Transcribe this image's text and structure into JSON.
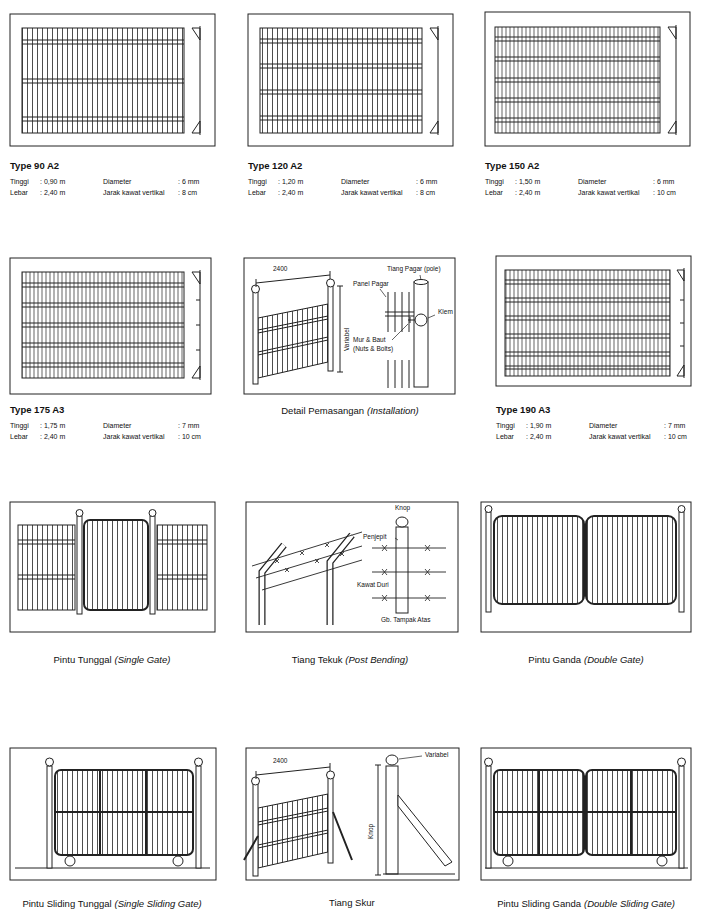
{
  "diagram": {
    "labels": [
      "Type 90 A2",
      "Tinggi",
      ": 0,90 m",
      "Diameter",
      ": 6 mm",
      "Lebar",
      ": 2,40 m",
      "Jarak kawat vertikal",
      ": 8 cm",
      "Type 120 A2",
      "Tinggi",
      ": 1,20 m",
      "Diameter",
      ": 6 mm",
      "Lebar",
      ": 2,40 m",
      "Jarak kawat vertikal",
      ": 8 cm",
      "Type 150 A2",
      "Tinggi",
      ": 1,50 m",
      "Diameter",
      ": 6 mm",
      "Lebar",
      ": 2,40 m",
      "Jarak kawat vertikal",
      ": 10 cm",
      "Type 175 A3",
      "Tinggi",
      ": 1,75 m",
      "Diameter",
      ": 7 mm",
      "Lebar",
      ": 2,40 m",
      "Jarak kawat vertikal",
      ": 10 cm",
      "2400",
      "Variabel",
      "Panel Pagar",
      "Tiang Pagar (pole)",
      "Klem",
      "Mur & Baut",
      "(Nuts & Bolts)",
      "Detail Pemasangan",
      "(Installation)",
      "Type 190 A3",
      "Tinggi",
      ": 1,90 m",
      "Diameter",
      ": 7 mm",
      "Lebar",
      ": 2,40 m",
      "Jarak kawat vertikal",
      ": 10 cm",
      "Pintu Tunggal",
      "(Single Gate)",
      "Knop",
      "Penjepit",
      "Kawat Duri",
      "Gb. Tampak Atas",
      "Tiang Tekuk",
      "(Post Bending)",
      "Pintu Ganda",
      "(Double Gate)",
      "Pintu Sliding Tunggal",
      "(Single Sliding Gate)",
      "2400",
      "Knop",
      "Variabel",
      "Tiang Skur",
      "Pintu Sliding Ganda",
      "(Double Sliding Gate)"
    ]
  }
}
